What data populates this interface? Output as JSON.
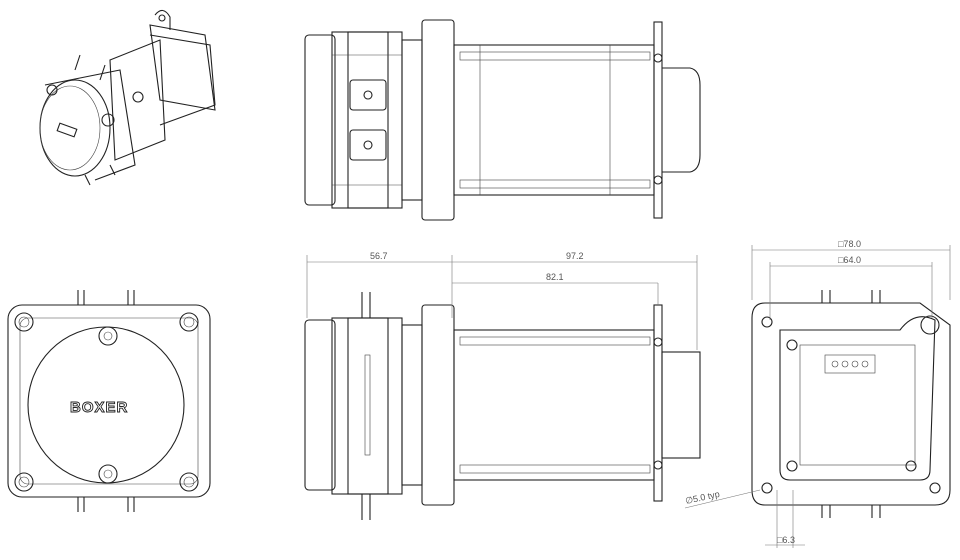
{
  "brand": "BOXER",
  "dimensions": {
    "flange_width": "56.7",
    "overall_length": "97.2",
    "motor_length": "82.1",
    "outer_square": "□78.0",
    "hole_spacing": "□64.0",
    "hole_diameter": "∅5.0 typ",
    "slot_width": "□6.3"
  }
}
